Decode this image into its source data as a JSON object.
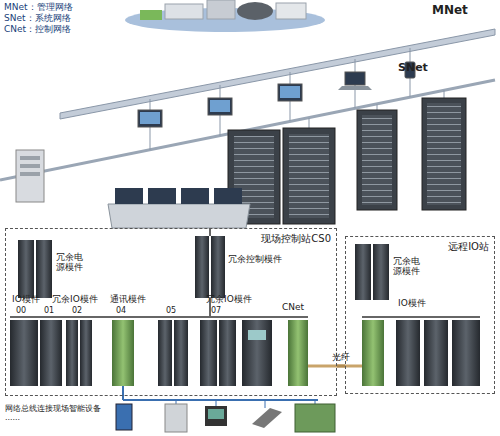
{
  "diagram": {
    "nodes": [
      {
        "text": [
          "现场控制站CS0"
        ]
      },
      {
        "text": [
          "远程IO站"
        ]
      }
    ],
    "edges": [
      {
        "from": 0,
        "to": 1,
        "label": "光纤",
        "arrow": "none"
      }
    ],
    "labels": [
      "MNet：管理网络",
      "SNet：系统网络",
      "CNet：控制网络",
      "MNet",
      "SNet",
      "冗余电源模件",
      "冗余控制模件",
      "IO模件",
      "冗余IO模件",
      "通讯模件",
      "冗余IO模件",
      "CNet",
      "00",
      "01",
      "02",
      "04",
      "05",
      "07",
      "冗余电源模件",
      "IO模件",
      "网络总线连接现场智能设备 ……"
    ]
  }
}
